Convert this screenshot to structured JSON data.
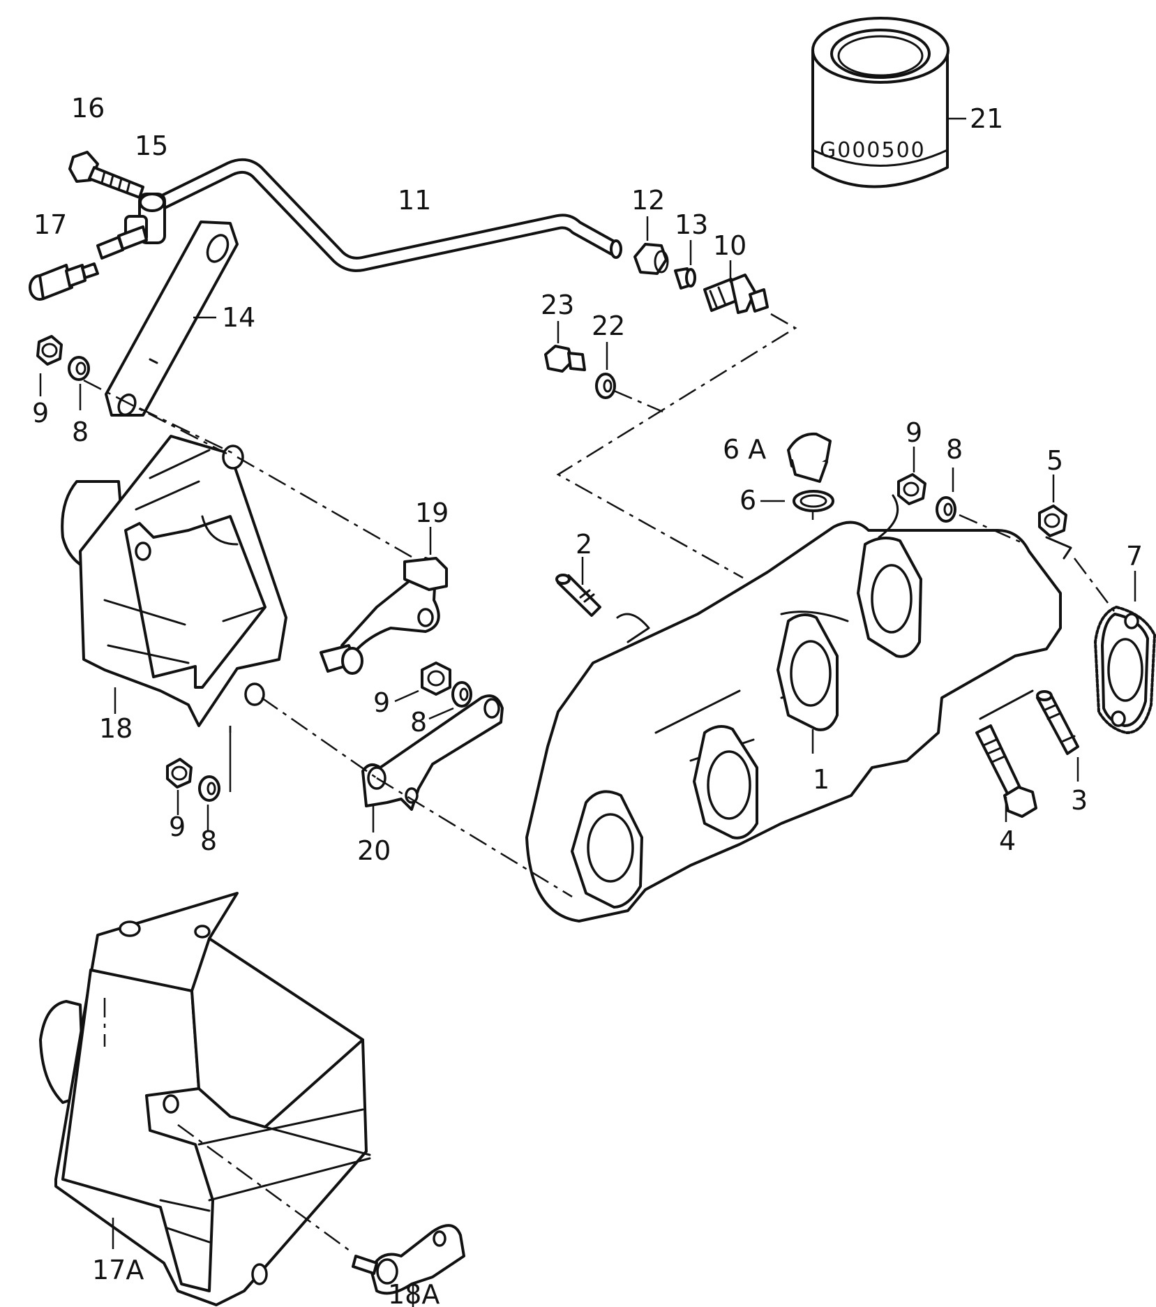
{
  "callouts": {
    "c1": "1",
    "c2": "2",
    "c3": "3",
    "c4": "4",
    "c5": "5",
    "c6": "6",
    "c6a": "6 A",
    "c7": "7",
    "c8a": "8",
    "c8b": "8",
    "c8c": "8",
    "c8d": "8",
    "c9a": "9",
    "c9b": "9",
    "c9c": "9",
    "c9d": "9",
    "c10": "10",
    "c11": "11",
    "c12": "12",
    "c13": "13",
    "c14": "14",
    "c15": "15",
    "c16": "16",
    "c17": "17",
    "c17a": "17A",
    "c18": "18",
    "c18a": "18A",
    "c19": "19",
    "c20": "20",
    "c21": "21",
    "c22": "22",
    "c23": "23"
  },
  "kit_code": "G000500"
}
